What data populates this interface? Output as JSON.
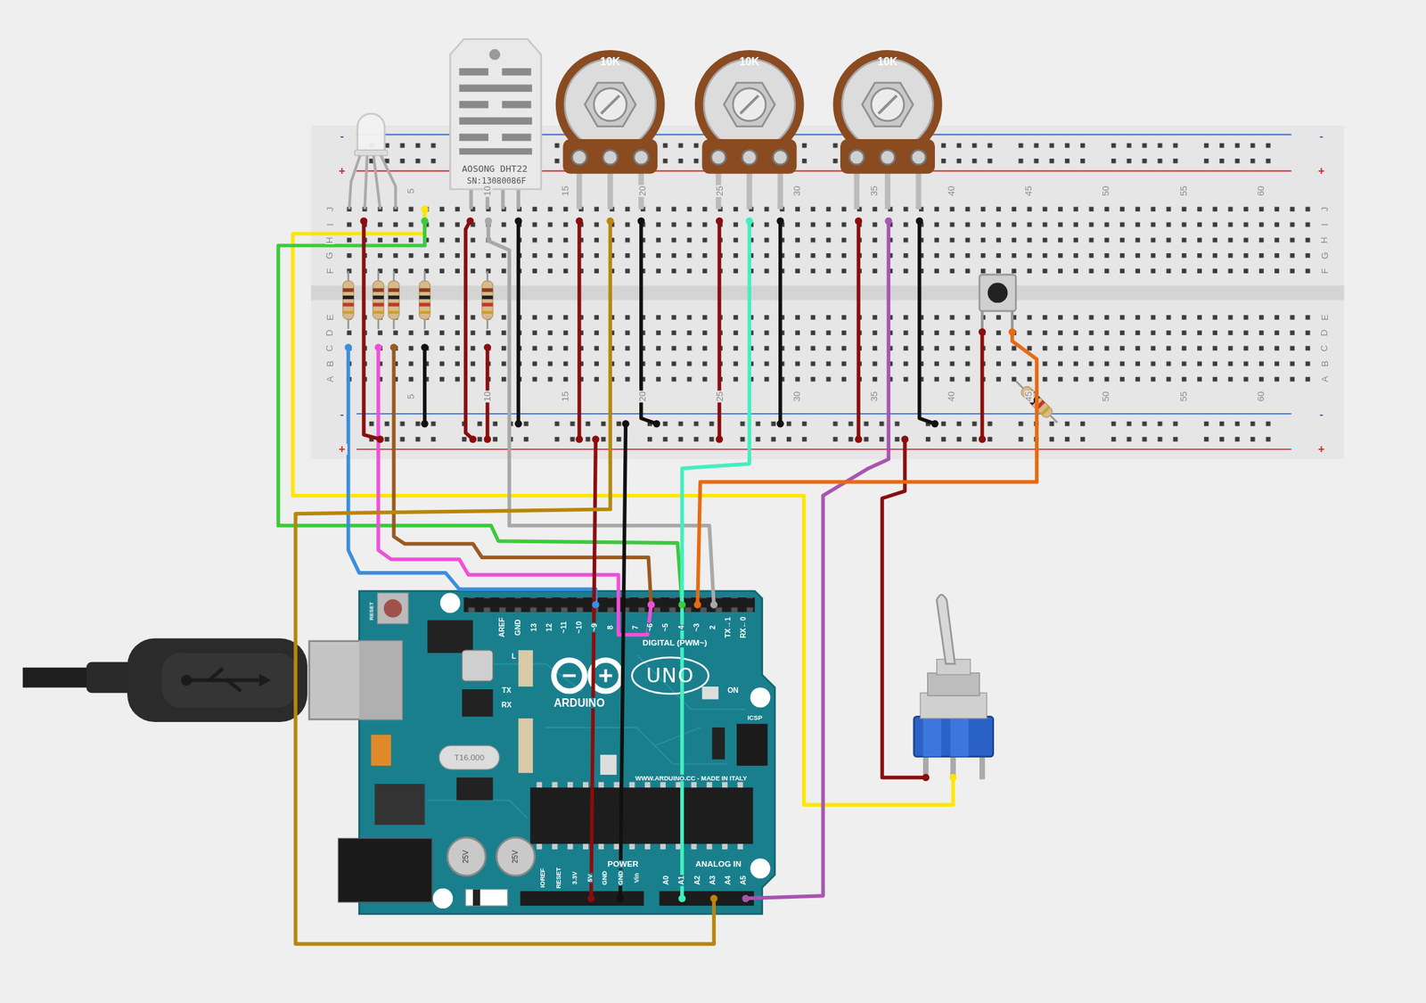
{
  "diagram": {
    "labels": [
      "10K",
      "10K",
      "10K",
      "AOSONG DHT22",
      "SN:13080086F",
      "5",
      "10",
      "15",
      "20",
      "25",
      "30",
      "35",
      "40",
      "45",
      "50",
      "55",
      "60",
      "5",
      "10",
      "15",
      "20",
      "25",
      "30",
      "35",
      "40",
      "45",
      "50",
      "55",
      "60",
      "J",
      "I",
      "H",
      "G",
      "F",
      "E",
      "D",
      "C",
      "B",
      "A",
      "J",
      "I",
      "H",
      "G",
      "F",
      "E",
      "D",
      "C",
      "B",
      "A",
      "-",
      "+",
      "-",
      "+",
      "-",
      "+",
      "-",
      "+",
      "RESET",
      "AREF",
      "GND",
      "13",
      "12",
      "~11",
      "~10",
      "~9",
      "8",
      "7",
      "~6",
      "~5",
      "4",
      "~3",
      "2",
      "TX→1",
      "RX←0",
      "DIGITAL (PWM~)",
      "UNO",
      "ARDUINO",
      "ON",
      "TX",
      "RX",
      "L",
      "ICSP",
      "WWW.ARDUINO.CC - MADE IN ITALY",
      "T16.000",
      "POWER",
      "ANALOG IN",
      "IOREF",
      "RESET",
      "3.3V",
      "5V",
      "GND",
      "GND",
      "Vin",
      "A0",
      "A1",
      "A2",
      "A3",
      "A4",
      "A5",
      "25V",
      "25V"
    ]
  }
}
